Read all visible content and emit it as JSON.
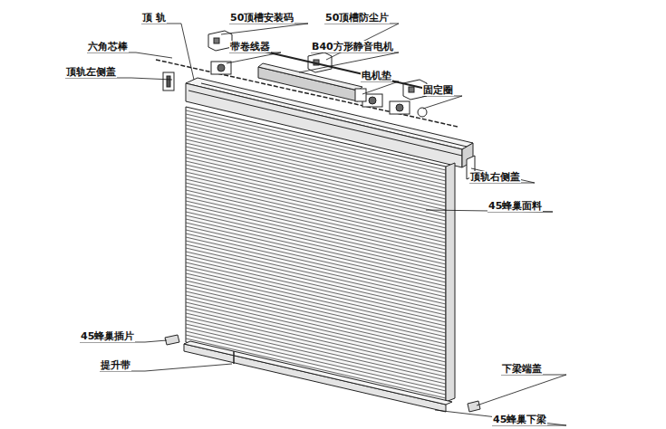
{
  "diagram": {
    "labels": [
      "顶 轨",
      "50顶槽安装码",
      "50顶槽防尘片",
      "六角芯棒",
      "带卷线器",
      "B40方形静音电机",
      "顶轨左侧盖",
      "电机垫",
      "固定圈",
      "顶轨右侧盖",
      "45蜂巢面料",
      "45蜂巢插片",
      "提升带",
      "下梁端盖",
      "45蜂巢下梁"
    ]
  }
}
